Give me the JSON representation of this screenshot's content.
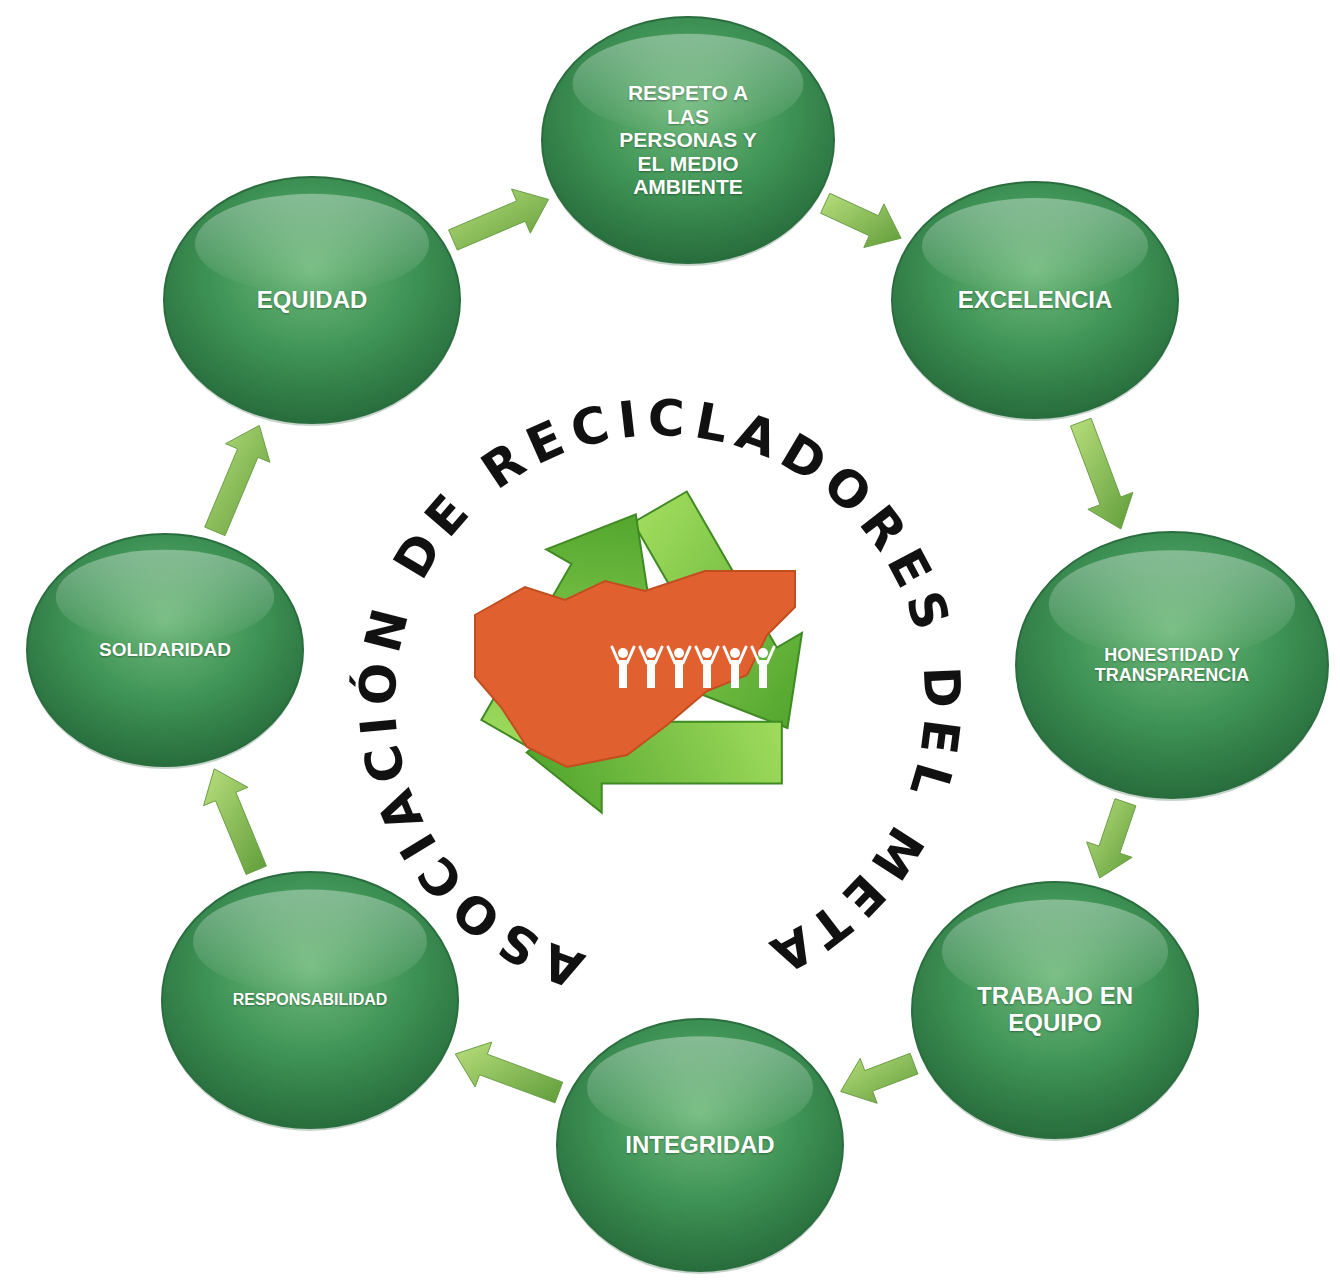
{
  "diagram": {
    "nodes": [
      {
        "text": [
          "RESPETO A LAS PERSONAS Y EL MEDIO AMBIENTE"
        ]
      },
      {
        "text": [
          "EXCELENCIA"
        ]
      },
      {
        "text": [
          "HONESTIDAD Y TRANSPARENCIA"
        ]
      },
      {
        "text": [
          "TRABAJO EN EQUIPO"
        ]
      },
      {
        "text": [
          "INTEGRIDAD"
        ]
      },
      {
        "text": [
          "RESPONSABILIDAD"
        ]
      },
      {
        "text": [
          "SOLIDARIDAD"
        ]
      },
      {
        "text": [
          "EQUIDAD"
        ]
      }
    ],
    "edges": [
      {
        "from": 0,
        "to": 1,
        "arrow": "to"
      },
      {
        "from": 1,
        "to": 2,
        "arrow": "to"
      },
      {
        "from": 2,
        "to": 3,
        "arrow": "to"
      },
      {
        "from": 3,
        "to": 4,
        "arrow": "to"
      },
      {
        "from": 4,
        "to": 5,
        "arrow": "to"
      },
      {
        "from": 5,
        "to": 6,
        "arrow": "to"
      },
      {
        "from": 6,
        "to": 7,
        "arrow": "to"
      },
      {
        "from": 7,
        "to": 0,
        "arrow": "to"
      }
    ],
    "labels": [
      "ASOCIACIÓN DE RECICLADORES DEL META"
    ]
  }
}
